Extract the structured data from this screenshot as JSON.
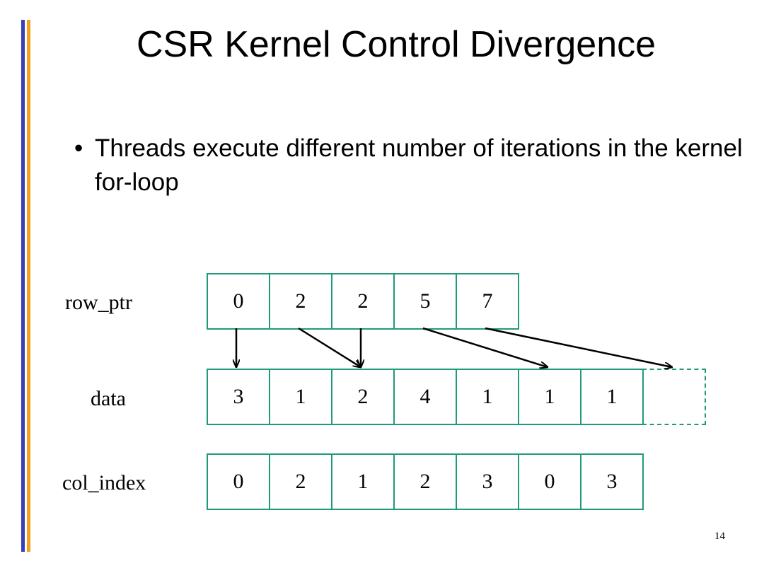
{
  "title": "CSR Kernel Control Divergence",
  "bullet": {
    "symbol": "•",
    "text": "Threads execute different number of iterations in the kernel for-loop"
  },
  "diagram": {
    "rows": [
      {
        "key": "row_ptr",
        "label": "row_ptr",
        "values": [
          "0",
          "2",
          "2",
          "5",
          "7"
        ]
      },
      {
        "key": "data",
        "label": "data",
        "values": [
          "3",
          "1",
          "2",
          "4",
          "1",
          "1",
          "1",
          ""
        ]
      },
      {
        "key": "col_index",
        "label": "col_index",
        "values": [
          "0",
          "2",
          "1",
          "2",
          "3",
          "0",
          "3"
        ]
      }
    ],
    "dashed_cell": {
      "row": "data",
      "index": 7
    },
    "pointers": [
      {
        "from_row_ptr_index": 0,
        "to_data_index": 0
      },
      {
        "from_row_ptr_index": 1,
        "to_data_index": 2
      },
      {
        "from_row_ptr_index": 2,
        "to_data_index": 2
      },
      {
        "from_row_ptr_index": 3,
        "to_data_index": 5
      },
      {
        "from_row_ptr_index": 4,
        "to_data_index": 7
      }
    ],
    "colors": {
      "cell_border": "#1f9a7a",
      "arrow": "#000000"
    }
  },
  "decor": {
    "left_bar_blue": "#3a3fb8",
    "left_bar_orange": "#f3a11c"
  },
  "page_number": "14"
}
